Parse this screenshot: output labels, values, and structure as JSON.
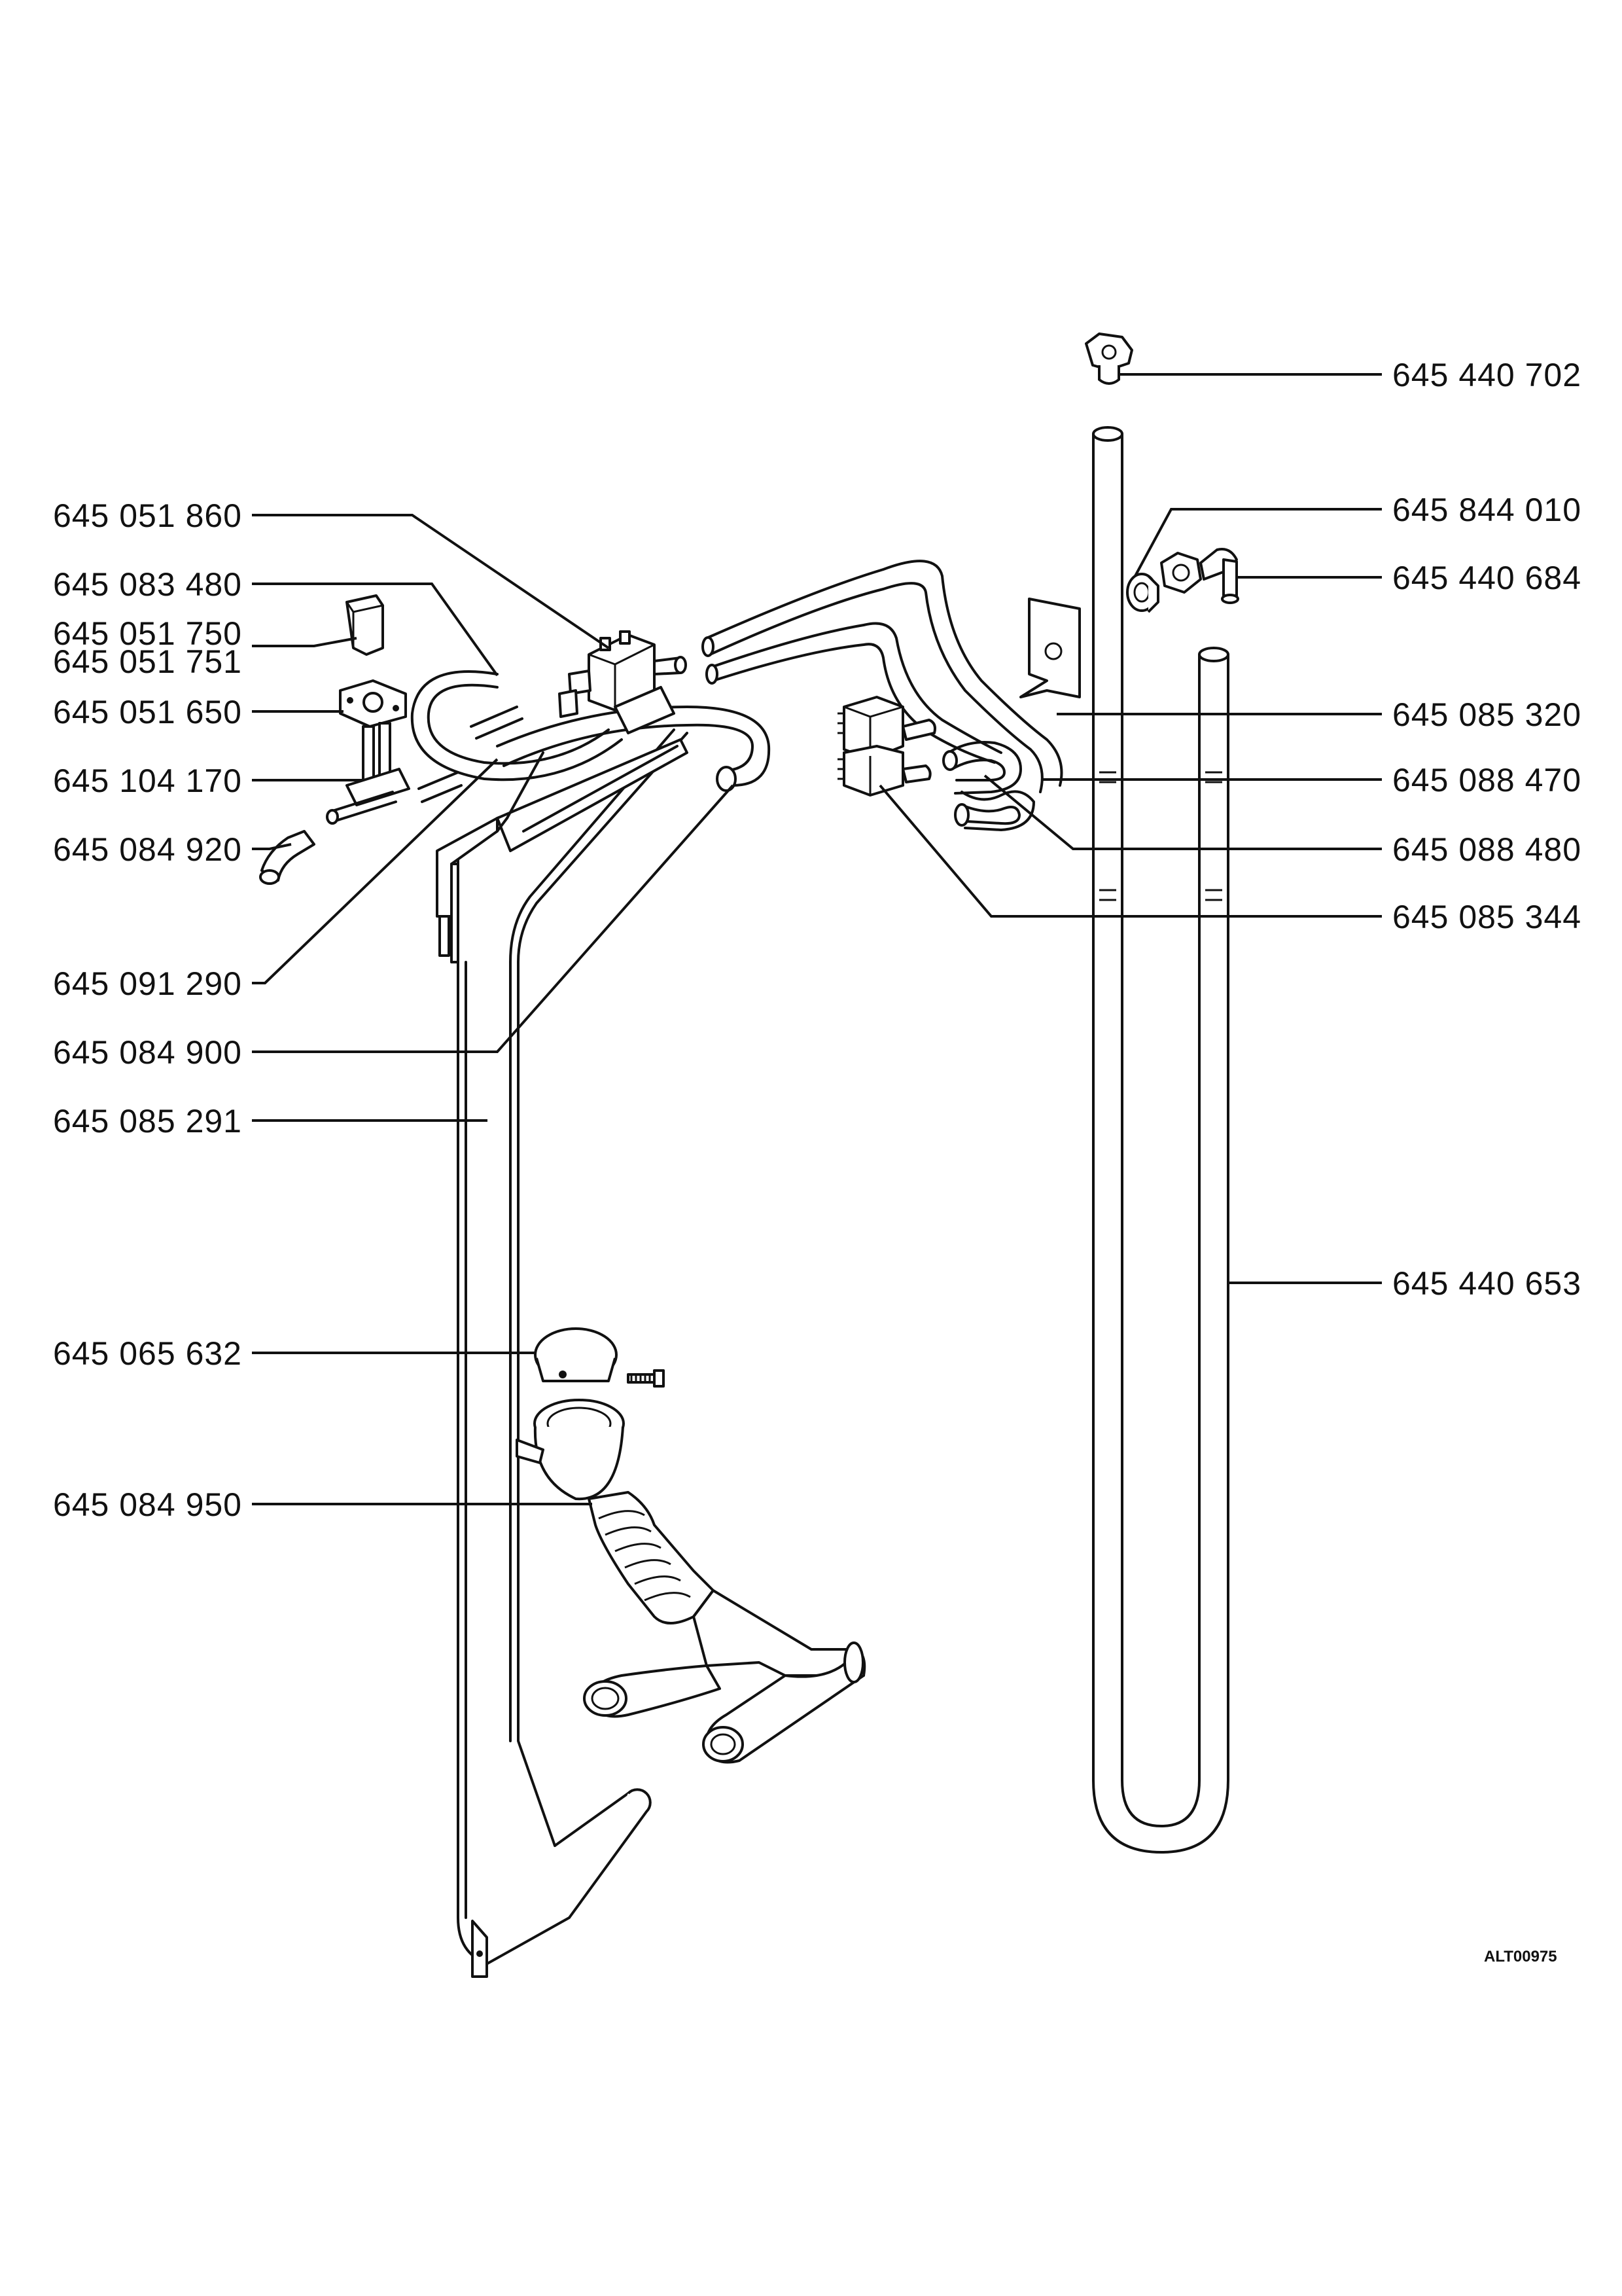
{
  "labels_left": [
    "645 051 860",
    "645 083 480",
    "645 051 750",
    "645 051 751",
    "645 051 650",
    "645 104 170",
    "645 084 920",
    "645 091 290",
    "645 084 900",
    "645 085 291",
    "645 065 632",
    "645 084 950"
  ],
  "labels_right": [
    "645 440 702",
    "645 844 010",
    "645 440 684",
    "645 085 320",
    "645 088 470",
    "645 088 480",
    "645 085 344",
    "645 440 653"
  ],
  "drawing_code": "ALT00975"
}
